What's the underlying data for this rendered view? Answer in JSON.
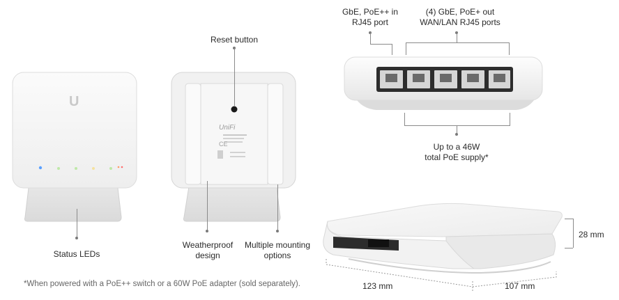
{
  "callouts": {
    "status_leds": "Status LEDs",
    "reset_button": "Reset button",
    "weatherproof": [
      "Weatherproof",
      "design"
    ],
    "mounting": [
      "Multiple mounting",
      "options"
    ],
    "poe_in": [
      "GbE, PoE++ in",
      "RJ45 port"
    ],
    "poe_out": [
      "(4) GbE, PoE+ out",
      "WAN/LAN RJ45 ports"
    ],
    "poe_supply": [
      "Up to a 46W",
      "total PoE supply*"
    ]
  },
  "dimensions": {
    "height": "28 mm",
    "width": "123 mm",
    "depth": "107 mm"
  },
  "footnote": "*When powered with a PoE++ switch or a 60W PoE adapter (sold separately).",
  "device_text": {
    "logo": "U",
    "brand": "UniFi",
    "ce": "CE"
  }
}
